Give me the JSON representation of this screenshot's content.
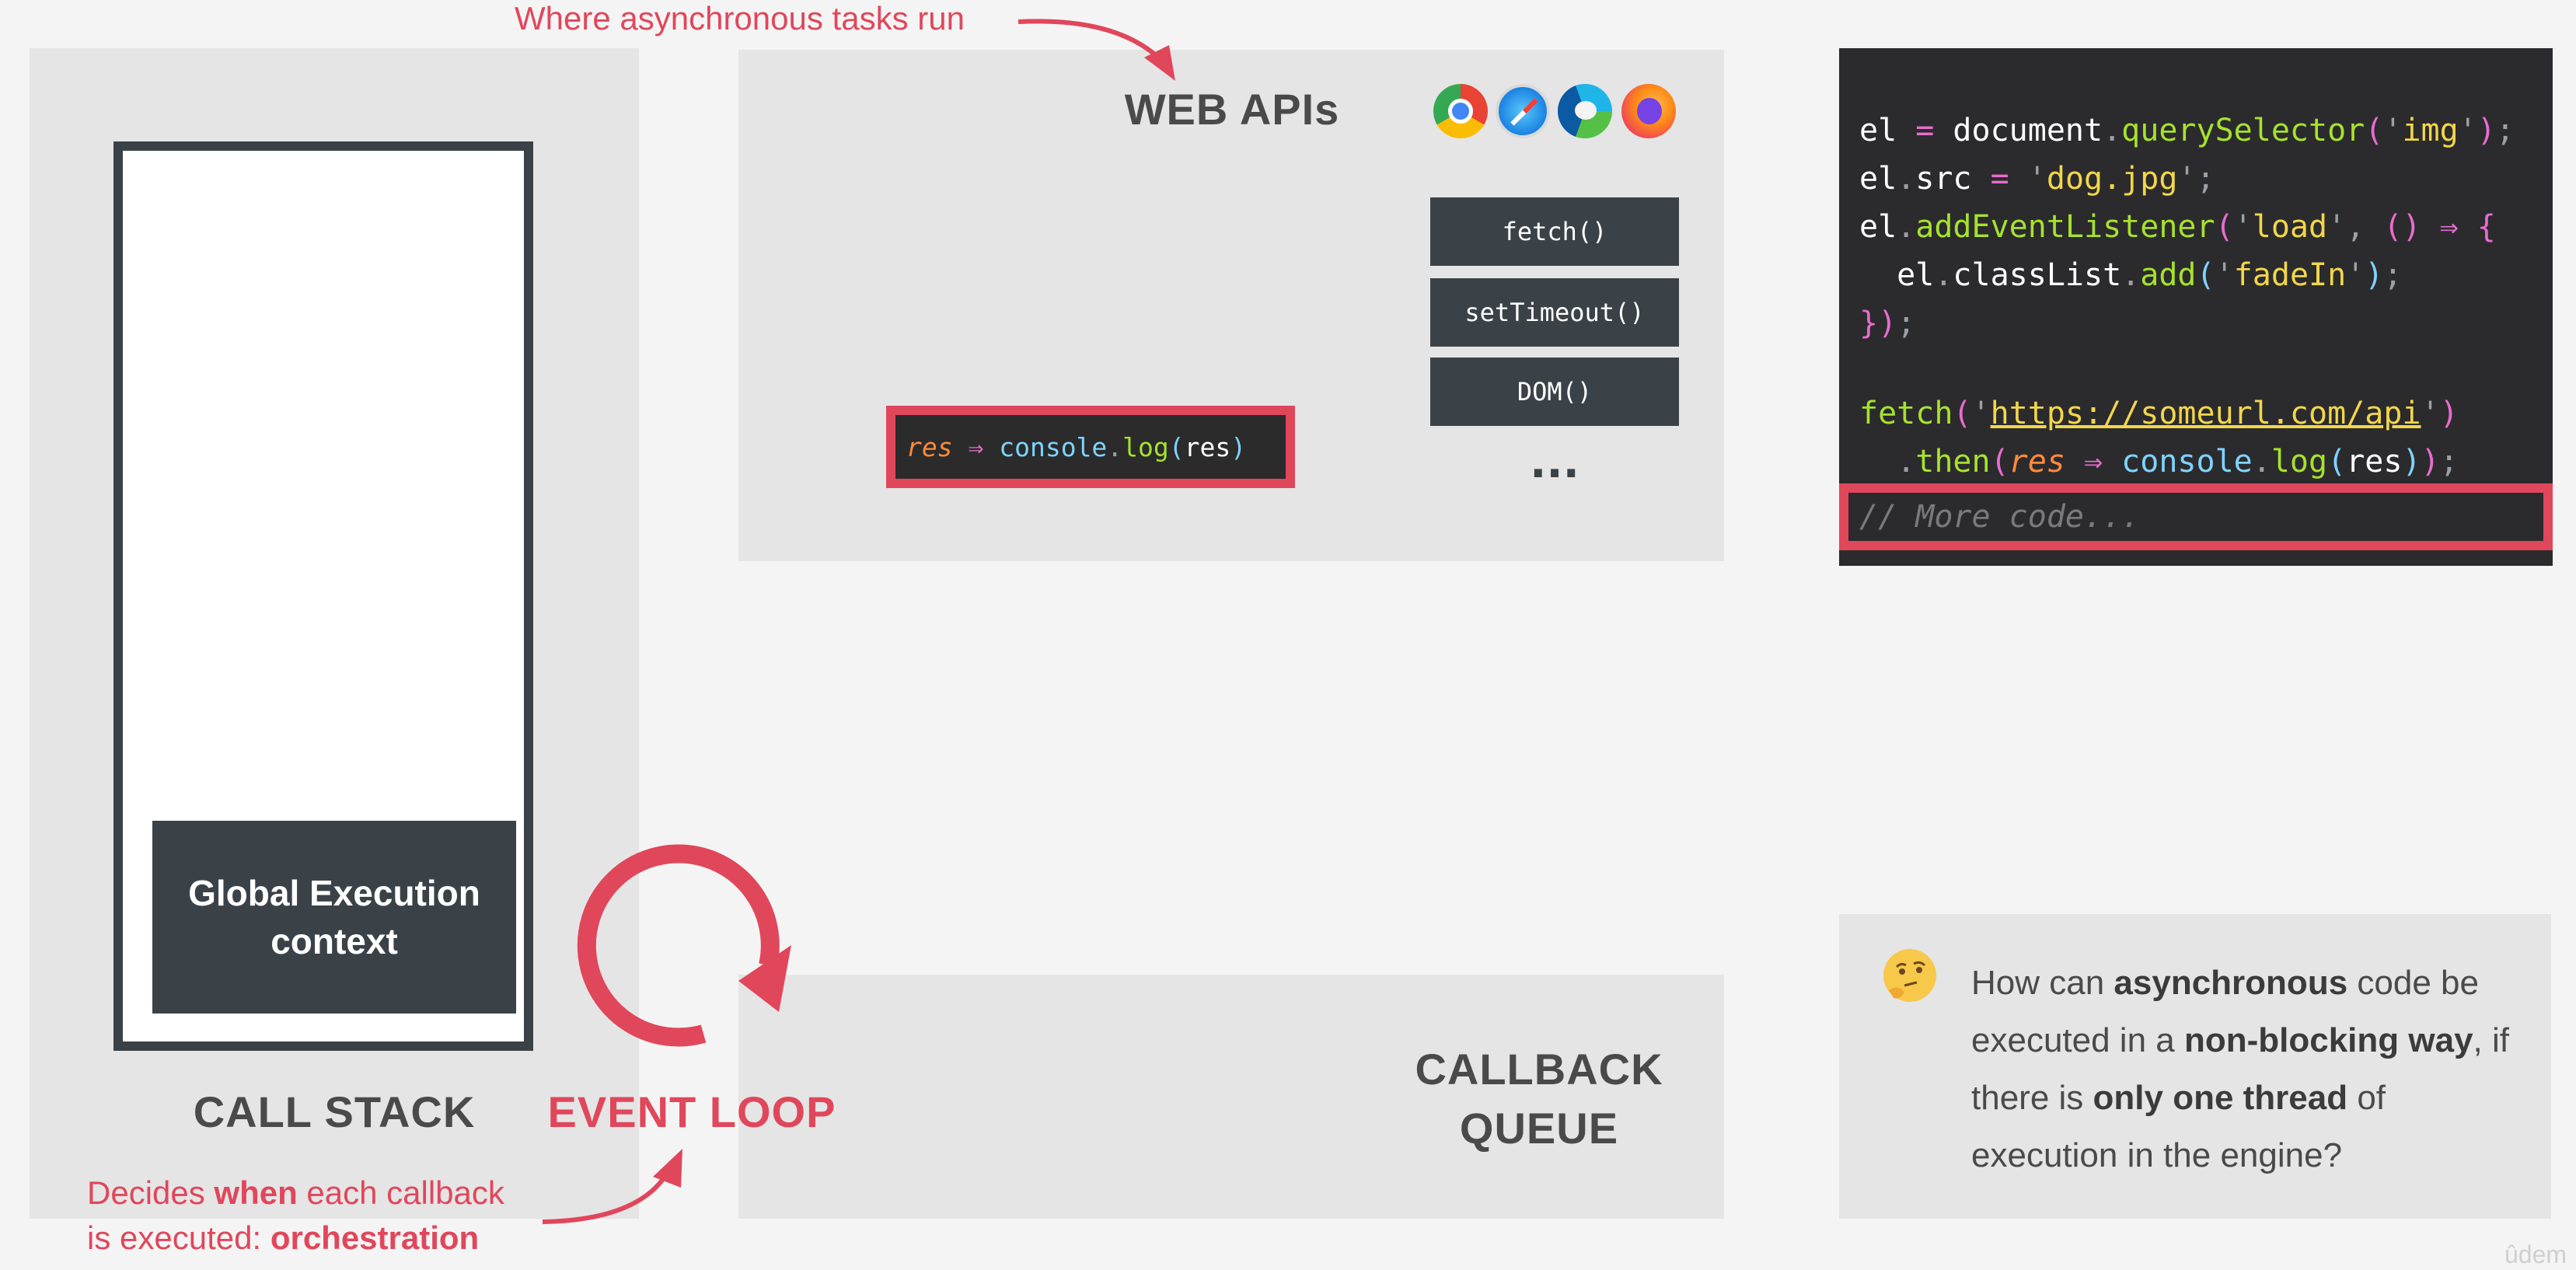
{
  "annotations": {
    "top": "Where asynchronous tasks run",
    "bottom_part1": "Decides ",
    "bottom_when": "when",
    "bottom_part2": " each callback",
    "bottom_part3": "is executed: ",
    "bottom_orchestration": "orchestration"
  },
  "call_stack": {
    "label": "CALL STACK",
    "global_context_line1": "Global Execution",
    "global_context_line2": "context"
  },
  "event_loop": {
    "label": "EVENT LOOP"
  },
  "web_apis": {
    "title": "WEB APIs",
    "browsers": [
      "chrome-icon",
      "safari-icon",
      "edge-icon",
      "firefox-icon"
    ],
    "apis": [
      "fetch()",
      "setTimeout()",
      "DOM()"
    ],
    "more": "...",
    "callback": {
      "param": "res",
      "arrow": " ⇒ ",
      "obj": "console",
      "dot": ".",
      "fn": "log",
      "open": "(",
      "arg": "res",
      "close": ")"
    }
  },
  "callback_queue": {
    "line1": "CALLBACK",
    "line2": "QUEUE"
  },
  "code": {
    "more_code": "// More code..."
  },
  "question": {
    "t1": "How can ",
    "b1": "asynchronous",
    "t2": " code be executed in a ",
    "b2": "non-blocking way",
    "t3": ", if there is ",
    "b3": "only one thread",
    "t4": " of execution in the engine?"
  },
  "watermark": "ûdem",
  "colors": {
    "accent": "#e0475b",
    "panel": "#e5e5e5",
    "dark_box": "#3b4247",
    "code_bg": "#2b2b2d"
  }
}
